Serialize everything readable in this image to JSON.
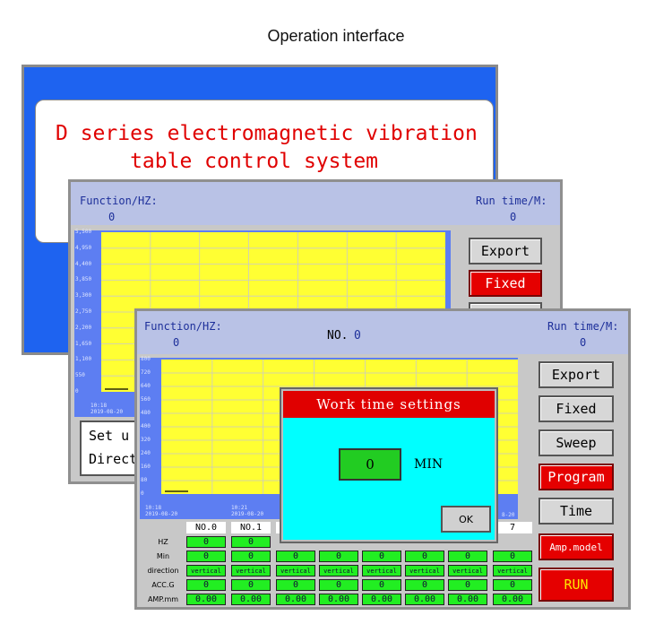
{
  "caption": "Operation interface",
  "screen1": {
    "title_line1": "D series electromagnetic vibration",
    "title_line2": "      table control system"
  },
  "screen2": {
    "function_label": "Function/HZ:",
    "function_value": "0",
    "runtime_label": "Run time/M:",
    "runtime_value": "0",
    "buttons": [
      "Export",
      "Fixed"
    ],
    "y_ticks": [
      "5,500",
      "4,950",
      "4,400",
      "3,850",
      "3,300",
      "2,750",
      "2,200",
      "1,650",
      "1,100",
      "550",
      "0"
    ],
    "x_tick_time": "10:18",
    "x_tick_date": "2019-08-20",
    "bottom_line1": "Set u",
    "bottom_line2": "Directi"
  },
  "screen3": {
    "function_label": "Function/HZ:",
    "function_value": "0",
    "no_label": "NO.",
    "no_value": "0",
    "runtime_label": "Run time/M:",
    "runtime_value": "0",
    "y_ticks": [
      "800",
      "720",
      "640",
      "560",
      "480",
      "400",
      "320",
      "240",
      "160",
      "80",
      "0"
    ],
    "x_ticks": [
      {
        "time": "10:18",
        "date": "2019-08-20"
      },
      {
        "time": "10:21",
        "date": "2019-08-20"
      }
    ],
    "x_tick_right": "8-20",
    "buttons": {
      "export": "Export",
      "fixed": "Fixed",
      "sweep": "Sweep",
      "program": "Program",
      "time": "Time",
      "amp_model": "Amp.model",
      "run": "RUN"
    },
    "table": {
      "columns": [
        "NO.0",
        "NO.1",
        "",
        "",
        "",
        "",
        "",
        "7"
      ],
      "row_labels": [
        "HZ",
        "Min",
        "direction",
        "ACC.G",
        "AMP.mm"
      ],
      "hz": [
        "0",
        "0",
        "",
        "",
        "",
        "",
        "",
        ""
      ],
      "min": [
        "0",
        "0",
        "0",
        "0",
        "0",
        "0",
        "0",
        "0"
      ],
      "direction": [
        "vertical",
        "vertical",
        "vertical",
        "vertical",
        "vertical",
        "vertical",
        "vertical",
        "vertical"
      ],
      "acc": [
        "0",
        "0",
        "0",
        "0",
        "0",
        "0",
        "0",
        "0"
      ],
      "amp": [
        "0.00",
        "0.00",
        "0.00",
        "0.00",
        "0.00",
        "0.00",
        "0.00",
        "0.00"
      ]
    }
  },
  "dialog": {
    "title": "Work time settings",
    "value": "0",
    "unit": "MIN",
    "ok": "OK"
  }
}
